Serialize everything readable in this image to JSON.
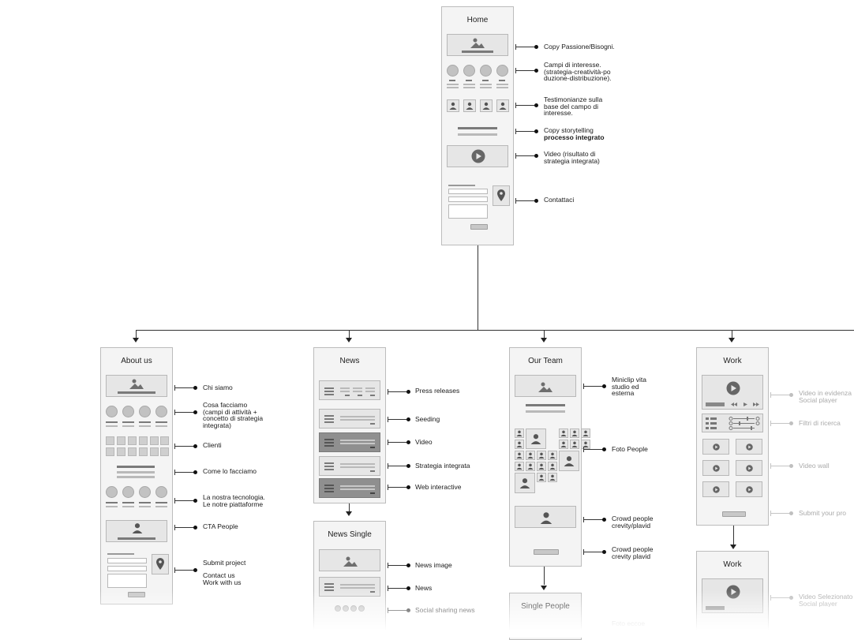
{
  "frames": {
    "home": "Home",
    "about": "About us",
    "news": "News",
    "news_single": "News Single",
    "team": "Our Team",
    "single_people": "Single People",
    "work": "Work",
    "work2": "Work"
  },
  "annotations": {
    "home": {
      "a1": "Copy Passione/Bisogni.",
      "a2": "Campi di interesse.\n(strategia-creatività-po\nduzione-distribuzione).",
      "a3": "Testimonianze sulla\nbase del campo di\ninteresse.",
      "a4_line1": "Copy storytelling",
      "a4_line2": "processo integrato",
      "a5": "Video (risultato di\nstrategia integrata)",
      "a6": "Contattaci"
    },
    "about": {
      "a1": "Chi siamo",
      "a2": "Cosa facciamo\n(campi di attività +\nconcetto di strategia\nintegrata)",
      "a3": "Clienti",
      "a4": "Come lo facciamo",
      "a5": "La nostra tecnologia.\nLe notre piattaforme",
      "a6": "CTA People",
      "a7": "Submit project",
      "a8": "Contact us\nWork with us"
    },
    "news": {
      "a1": "Press releases",
      "a2": "Seeding",
      "a3": "Video",
      "a4": "Strategia integrata",
      "a5": "Web interactive"
    },
    "news_single": {
      "a1": "News image",
      "a2": "News",
      "a3": "Social sharing news"
    },
    "team": {
      "a1": "Miniclip vita\nstudio ed\nesterna",
      "a2": "Foto People",
      "a3": "Crowd people\ncrevity/plavid",
      "a4": "Crowd people\ncrevity plavid"
    },
    "single_people": {
      "a1": "Foto eccoe"
    },
    "work": {
      "a1": "Video in evidenza\nSocial player",
      "a2": "Filtri di ricerca",
      "a3": "Video wall",
      "a4": "Submit your pro"
    },
    "work2": {
      "a1": "Video Selezionato\nSocial player"
    }
  }
}
